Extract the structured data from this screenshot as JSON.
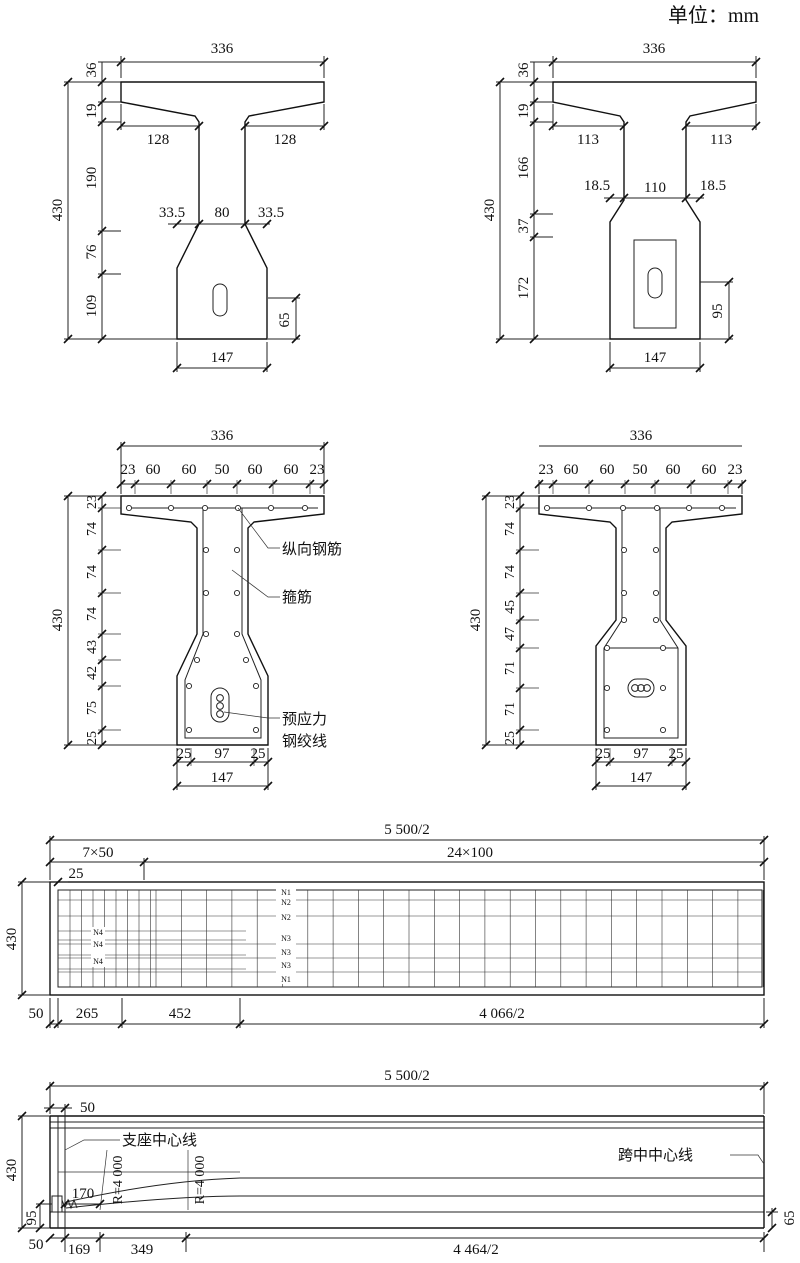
{
  "unit_label": "单位：mm",
  "section_a": {
    "dims": {
      "top_width": "336",
      "flange_top": "36",
      "flange_taper": "19",
      "overhang_left": "128",
      "overhang_right": "128",
      "total_height": "430",
      "web_height": "190",
      "taper_height": "76",
      "bulb_height": "109",
      "taper_left": "33.5",
      "web_width": "80",
      "taper_right": "33.5",
      "bottom_width": "147",
      "duct_height": "65"
    }
  },
  "section_b": {
    "dims": {
      "top_width": "336",
      "flange_top": "36",
      "flange_taper": "19",
      "overhang_left": "113",
      "overhang_right": "113",
      "total_height": "430",
      "web_height": "166",
      "taper_height": "37",
      "bulb_height": "172",
      "taper_left": "18.5",
      "web_width": "110",
      "taper_right": "18.5",
      "bottom_width": "147",
      "duct_height": "95"
    }
  },
  "section_c": {
    "dims": {
      "top_width": "336",
      "spacing": [
        "23",
        "60",
        "60",
        "50",
        "60",
        "60",
        "23"
      ],
      "total_height": "430",
      "vertical": [
        "23",
        "74",
        "74",
        "74",
        "43",
        "42",
        "75",
        "25"
      ],
      "bottom_spacing": [
        "25",
        "97",
        "25"
      ],
      "bottom_width": "147"
    },
    "labels": {
      "longitudinal": "纵向钢筋",
      "stirrup": "箍筋",
      "strand_1": "预应力",
      "strand_2": "钢绞线"
    }
  },
  "section_d": {
    "dims": {
      "top_width": "336",
      "spacing": [
        "23",
        "60",
        "60",
        "50",
        "60",
        "60",
        "23"
      ],
      "total_height": "430",
      "vertical": [
        "23",
        "74",
        "74",
        "45",
        "47",
        "71",
        "71",
        "25"
      ],
      "bottom_spacing": [
        "25",
        "97",
        "25"
      ],
      "bottom_width": "147"
    }
  },
  "elevation_rebar": {
    "dims": {
      "span": "5 500/2",
      "dense_spacing": "7×50",
      "sparse_spacing": "24×100",
      "edge": "25",
      "height": "430",
      "support_offset": "50",
      "seg_1": "265",
      "seg_2": "452",
      "seg_3": "4 066/2"
    },
    "bar_marks": {
      "n1_top": "N1",
      "n2_top": "N2",
      "n2_mid": "N2",
      "n3_a": "N3",
      "n3_b": "N3",
      "n3_c": "N3",
      "n1_bottom": "N1",
      "n4_a": "N4",
      "n4_b": "N4",
      "n4_c": "N4"
    }
  },
  "elevation_tendon": {
    "dims": {
      "span": "5 500/2",
      "support_offset": "50",
      "height": "430",
      "anchor_height": "95",
      "anchor_offset": "50",
      "anchor_len": "170",
      "radius_1": "R=4 000",
      "radius_2": "R=4 000",
      "end_height": "65",
      "seg_1": "169",
      "seg_2": "349",
      "seg_3": "4 464/2"
    },
    "labels": {
      "support_centerline": "支座中心线",
      "midspan_centerline": "跨中中心线"
    }
  }
}
